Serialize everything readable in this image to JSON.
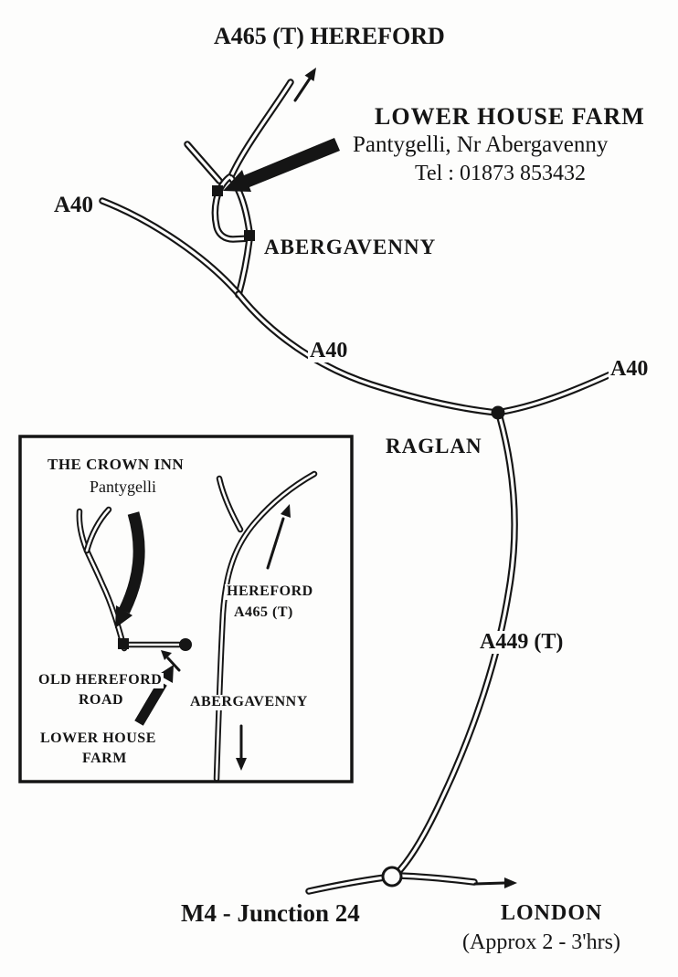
{
  "colors": {
    "ink": "#151515",
    "paper": "#fdfdfc"
  },
  "header": {
    "route_label": "A465 (T) HEREFORD"
  },
  "contact": {
    "name": "LOWER HOUSE FARM",
    "location": "Pantygelli, Nr Abergavenny",
    "tel": "Tel : 01873 853432"
  },
  "main_map": {
    "a40_west": "A40",
    "abergavenny": "ABERGAVENNY",
    "a40_mid": "A40",
    "a40_east": "A40",
    "raglan": "RAGLAN",
    "a449": "A449 (T)",
    "m4_junction": "M4 - Junction 24",
    "london": "LONDON",
    "london_time": "(Approx 2 - 3'hrs)"
  },
  "inset_map": {
    "crown_inn": "THE CROWN INN",
    "crown_inn_location": "Pantygelli",
    "hereford": "HEREFORD",
    "a465": "A465 (T)",
    "old_hereford_road_1": "OLD HEREFORD",
    "old_hereford_road_2": "ROAD",
    "abergavenny": "ABERGAVENNY",
    "lower_house_farm_1": "LOWER HOUSE",
    "lower_house_farm_2": "FARM"
  }
}
